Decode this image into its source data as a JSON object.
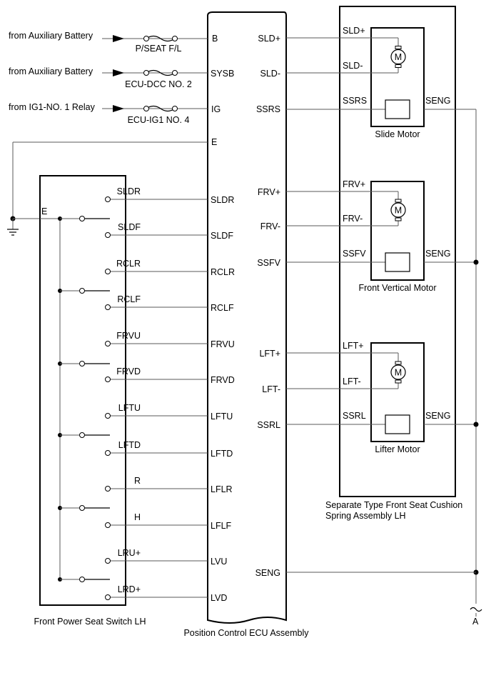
{
  "sources": [
    {
      "from": "from Auxiliary Battery",
      "fuse": "P/SEAT F/L",
      "pin": "B"
    },
    {
      "from": "from Auxiliary Battery",
      "fuse": "ECU-DCC NO. 2",
      "pin": "SYSB"
    },
    {
      "from": "from IG1-NO. 1 Relay",
      "fuse": "ECU-IG1 NO. 4",
      "pin": "IG"
    }
  ],
  "ecu": {
    "name": "Position Control ECU Assembly",
    "ground_pin": "E",
    "left_pins": [
      "SLDR",
      "SLDF",
      "RCLR",
      "RCLF",
      "FRVU",
      "FRVD",
      "LFTU",
      "LFTD",
      "LFLR",
      "LFLF",
      "LVU",
      "LVD"
    ],
    "right_pins": [
      "SLD+",
      "SLD-",
      "SSRS",
      "FRV+",
      "FRV-",
      "SSFV",
      "LFT+",
      "LFT-",
      "SSRL",
      "SENG"
    ]
  },
  "switch": {
    "name": "Front Power Seat Switch LH",
    "ground_label": "E",
    "terminals": [
      "SLDR",
      "SLDF",
      "RCLR",
      "RCLF",
      "FRVU",
      "FRVD",
      "LFTU",
      "LFTD",
      "R",
      "H",
      "LRU+",
      "LRD+"
    ]
  },
  "cushion": {
    "name_line1": "Separate Type Front Seat Cushion",
    "name_line2": "Spring Assembly LH",
    "motors": [
      {
        "name": "Slide Motor",
        "pos": "SLD+",
        "neg": "SLD-",
        "sensor": "SSRS",
        "seng": "SENG",
        "symbol": "M"
      },
      {
        "name": "Front Vertical Motor",
        "pos": "FRV+",
        "neg": "FRV-",
        "sensor": "SSFV",
        "seng": "SENG",
        "symbol": "M"
      },
      {
        "name": "Lifter Motor",
        "pos": "LFT+",
        "neg": "LFT-",
        "sensor": "SSRL",
        "seng": "SENG",
        "symbol": "M"
      }
    ]
  },
  "connector_label": "A"
}
